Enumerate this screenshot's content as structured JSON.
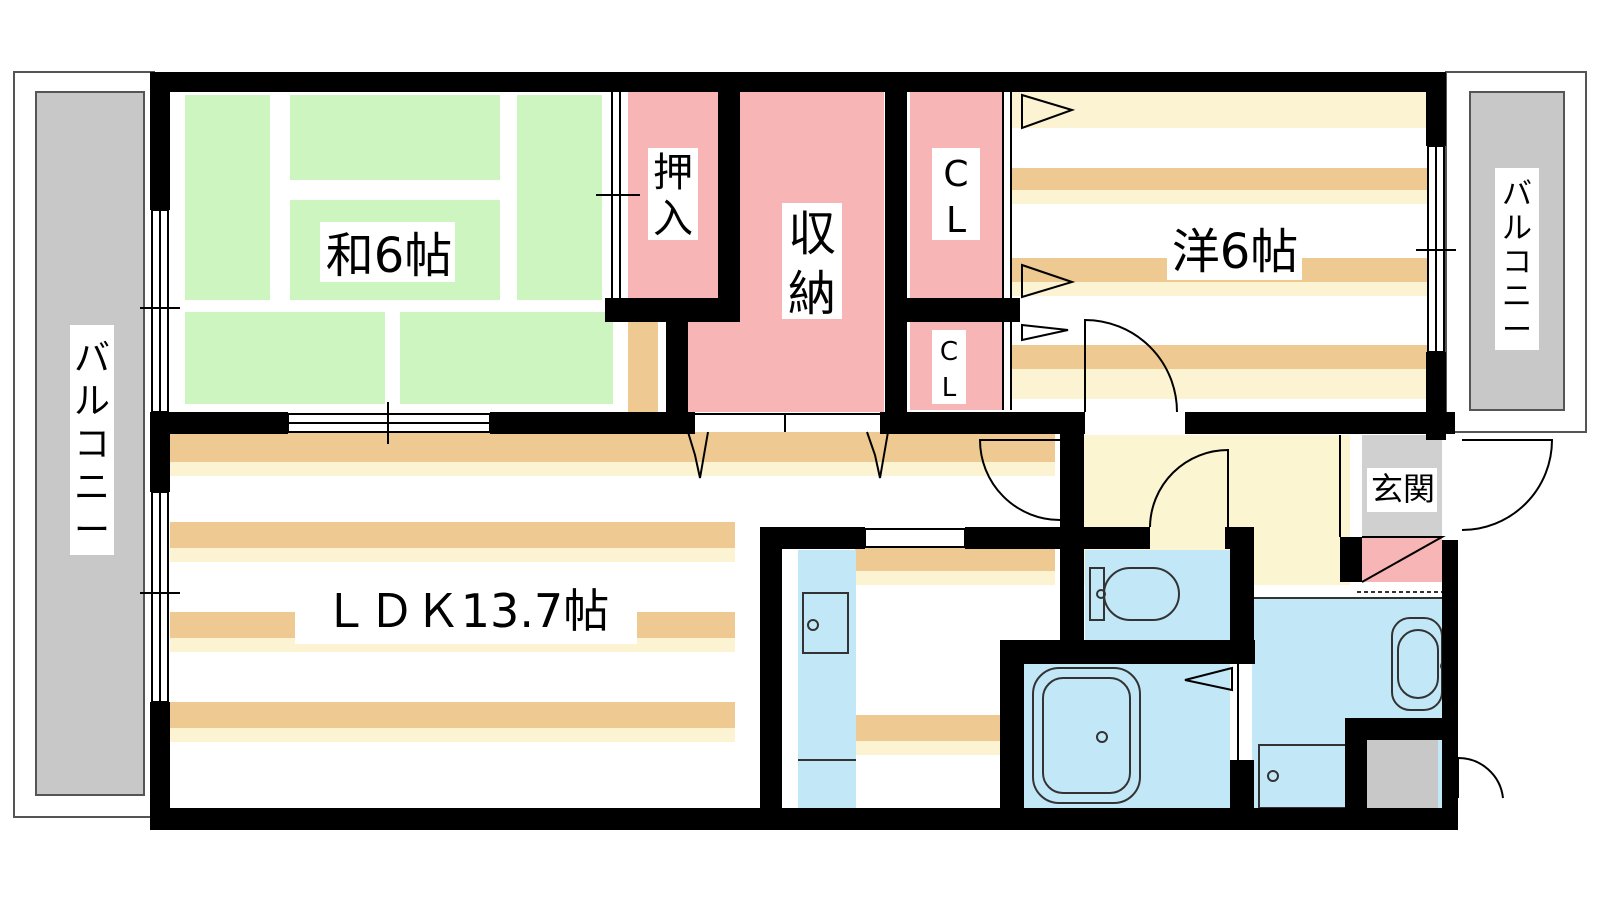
{
  "rooms": {
    "washitsu": "和6帖",
    "oshiire_1": "押",
    "oshiire_2": "入",
    "shuno_1": "収",
    "shuno_2": "納",
    "cl_top_1": "C",
    "cl_top_2": "L",
    "cl_bottom_1": "C",
    "cl_bottom_2": "L",
    "yoshitsu": "洋6帖",
    "ldk": "ＬＤＫ13.7帖",
    "genkan": "玄関"
  },
  "balcony_left": [
    "バ",
    "ル",
    "コ",
    "ニ",
    "ー"
  ],
  "balcony_right": [
    "バ",
    "ル",
    "コ",
    "ニ",
    "ー"
  ],
  "colors": {
    "wall": "#000000",
    "tatami": "#ccf5c0",
    "storage": "#f7b5b5",
    "floor_stripe": "#eec992",
    "floor_light": "#fbf3d2",
    "entrance_floor": "#fbf5d2",
    "wet_area": "#c2e8f8",
    "balcony": "#c8c8c8"
  }
}
